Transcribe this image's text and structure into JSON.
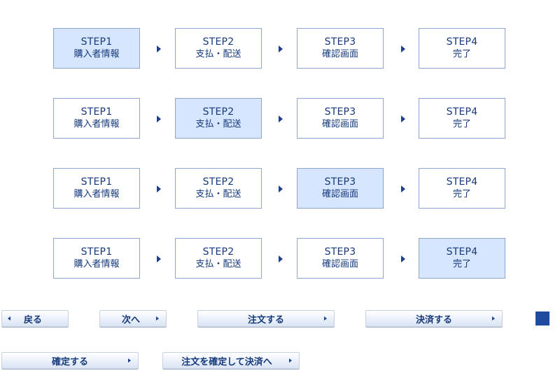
{
  "steps": {
    "step1": {
      "num": "STEP1",
      "label": "購入者情報"
    },
    "step2": {
      "num": "STEP2",
      "label": "支払・配送"
    },
    "step3": {
      "num": "STEP3",
      "label": "確認画面"
    },
    "step4": {
      "num": "STEP4",
      "label": "完了"
    }
  },
  "progress_rows": [
    {
      "active_step": 1
    },
    {
      "active_step": 2
    },
    {
      "active_step": 3
    },
    {
      "active_step": 4
    }
  ],
  "buttons": {
    "back": "戻る",
    "next": "次へ",
    "order": "注文する",
    "pay": "決済する",
    "confirm": "確定する",
    "confirm_and_pay": "注文を確定して決済へ"
  },
  "colors": {
    "active_step_bg": "#d6e6ff",
    "step_border": "#8ea6cf",
    "text": "#16397a",
    "accent_swatch": "#1e4ba0"
  }
}
